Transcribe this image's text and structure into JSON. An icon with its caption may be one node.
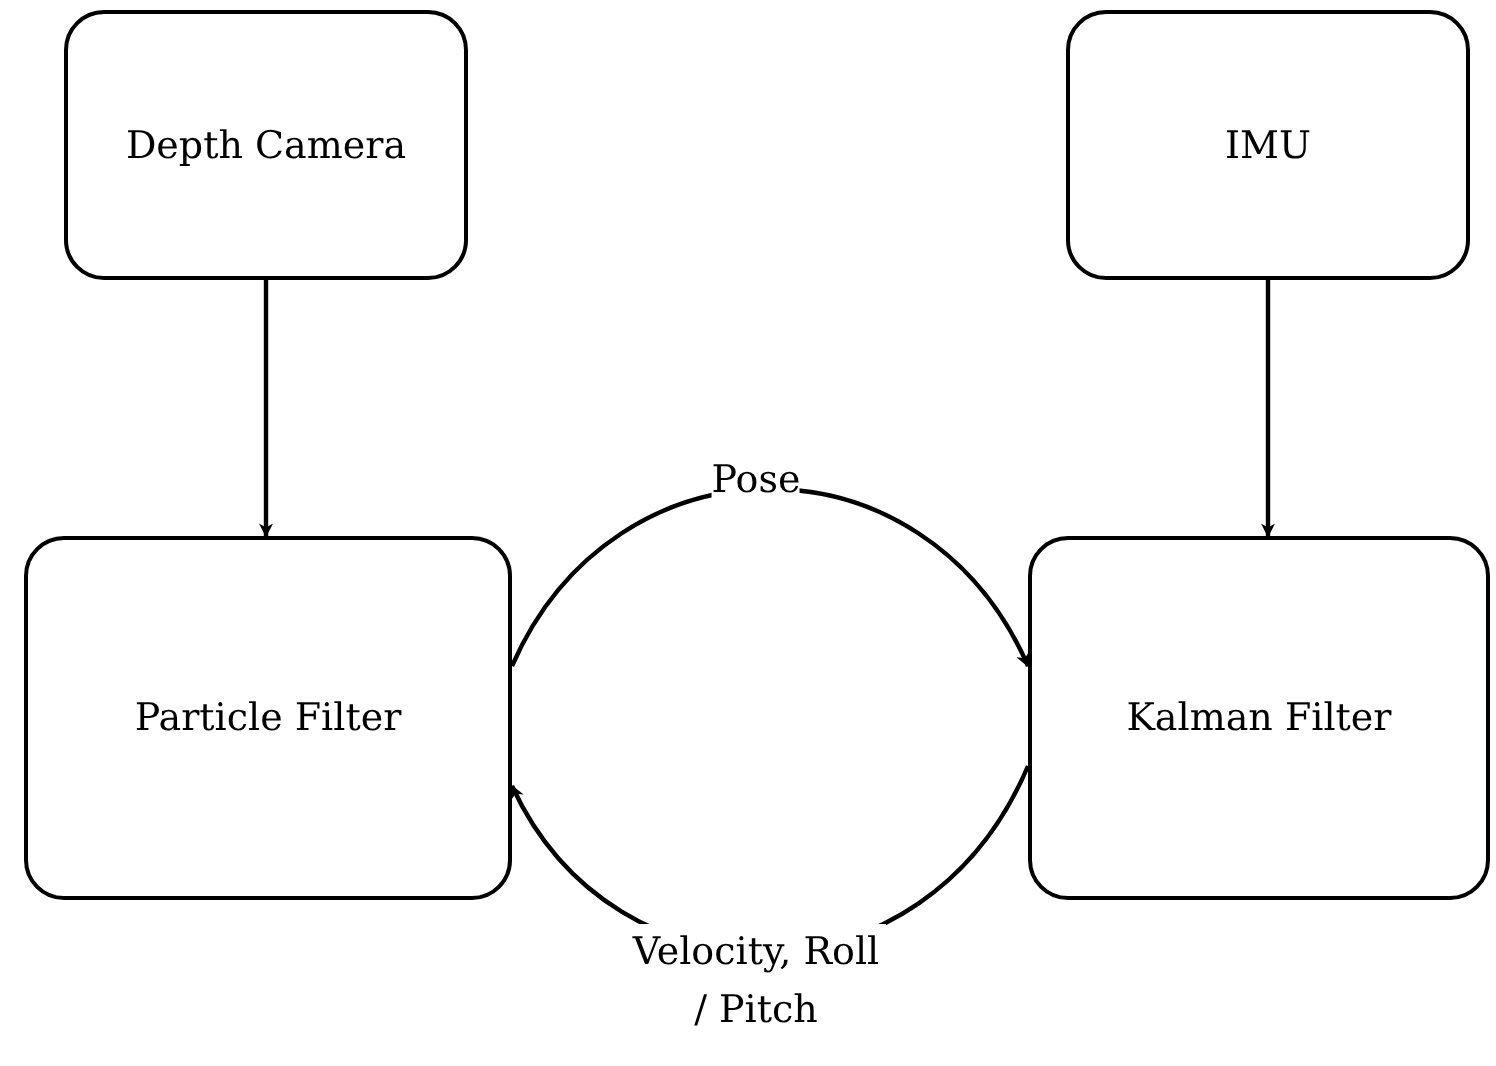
{
  "diagram": {
    "nodes": [
      {
        "text": [
          "Depth Camera"
        ]
      },
      {
        "text": [
          "IMU"
        ]
      },
      {
        "text": [
          "Particle Filter"
        ]
      },
      {
        "text": [
          "Kalman Filter"
        ]
      }
    ],
    "edges": [
      {
        "from": 0,
        "to": 2,
        "arrow": "to"
      },
      {
        "from": 1,
        "to": 3,
        "arrow": "to"
      },
      {
        "from": 2,
        "to": 3,
        "arrow": "to",
        "label": "Pose"
      },
      {
        "from": 3,
        "to": 2,
        "arrow": "to",
        "label": "Velocity, Roll / Pitch"
      }
    ]
  }
}
